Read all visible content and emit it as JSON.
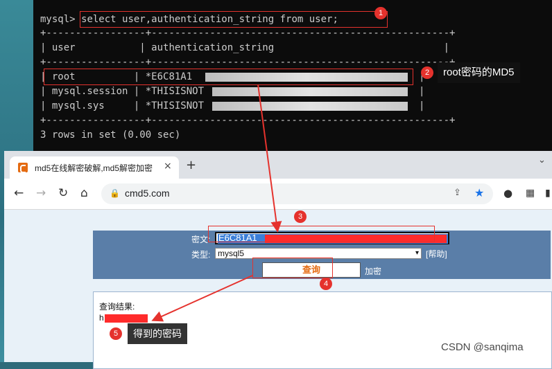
{
  "terminal": {
    "prompt": "mysql>",
    "command": "select user,authentication_string from user;",
    "border": "+-----------------+---------------------------------------------------+",
    "header_user": "user",
    "header_auth": "authentication_string",
    "rows": [
      {
        "user": "root",
        "auth": "*E6C81A1"
      },
      {
        "user": "mysql.session",
        "auth": "*THISISNOT"
      },
      {
        "user": "mysql.sys",
        "auth": "*THISISNOT"
      }
    ],
    "footer": "3 rows in set (0.00 sec)"
  },
  "annotations": {
    "badges": [
      "1",
      "2",
      "3",
      "4",
      "5"
    ],
    "note_root_md5": "root密码的MD5",
    "note_password": "得到的密码"
  },
  "browser": {
    "tab_title": "md5在线解密破解,md5解密加密",
    "tab_close": "×",
    "new_tab": "+",
    "url": "cmd5.com"
  },
  "form": {
    "cipher_label": "密文:",
    "cipher_value": "E6C81A1",
    "type_label": "类型:",
    "type_value": "mysql5",
    "help": "[帮助]",
    "query_button": "查询",
    "encrypt_link": "加密"
  },
  "result": {
    "title": "查询结果:",
    "value_prefix": "h"
  },
  "watermark": "CSDN @sanqima",
  "colors": {
    "accent": "#e5322d",
    "panel": "#5a7ea8",
    "query_text": "#e46b12"
  }
}
